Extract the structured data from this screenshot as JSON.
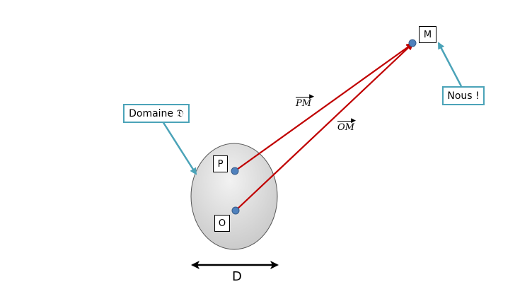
{
  "points": {
    "M": "M",
    "P": "P",
    "O": "O"
  },
  "vectors": {
    "PM": "PM",
    "OM": "OM"
  },
  "callouts": {
    "domain": "Domaine 𝔇",
    "observer": "Nous !"
  },
  "dimension_label": "D",
  "colors": {
    "vector": "#c00000",
    "callout_border": "#4ba3b8",
    "point": "#4f81bd",
    "domain_fill": "#d9d9d9"
  }
}
